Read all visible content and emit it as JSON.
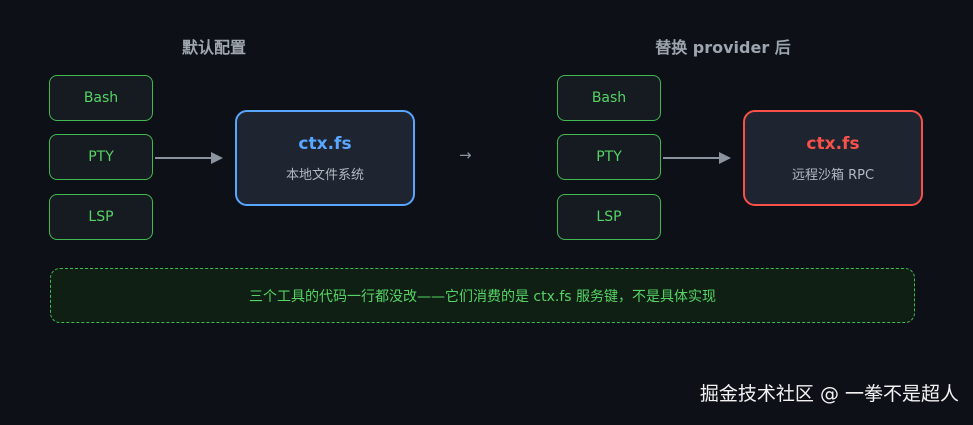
{
  "left": {
    "title": "默认配置",
    "tools": [
      "Bash",
      "PTY",
      "LSP"
    ],
    "hub_title": "ctx.fs",
    "hub_subtitle": "本地文件系统"
  },
  "middle_arrow": "→",
  "right": {
    "title": "替换 provider 后",
    "tools": [
      "Bash",
      "PTY",
      "LSP"
    ],
    "hub_title": "ctx.fs",
    "hub_subtitle": "远程沙箱 RPC"
  },
  "banner": "三个工具的代码一行都没改——它们消费的是 ctx.fs 服务键，不是具体实现",
  "watermark": "掘金技术社区 @ 一拳不是超人",
  "colors": {
    "tool_border": "#3fb950",
    "hub_left": "#58a6ff",
    "hub_right": "#f85149",
    "background": "#0d1117"
  }
}
